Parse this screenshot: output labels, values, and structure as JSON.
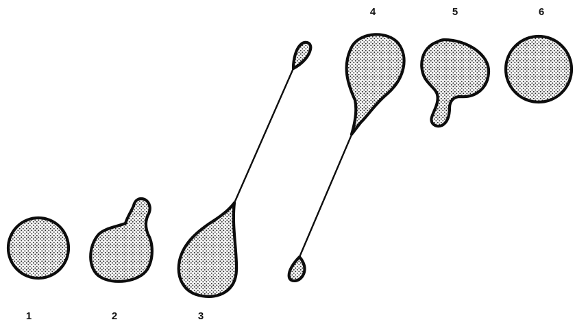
{
  "labels": {
    "stage1": "1",
    "stage2": "2",
    "stage3": "3",
    "stage4": "4",
    "stage5": "5",
    "stage6": "6"
  },
  "colors": {
    "outline": "#0d0d0d",
    "stipple_dot": "#2a2a2a",
    "background": "#ffffff"
  }
}
